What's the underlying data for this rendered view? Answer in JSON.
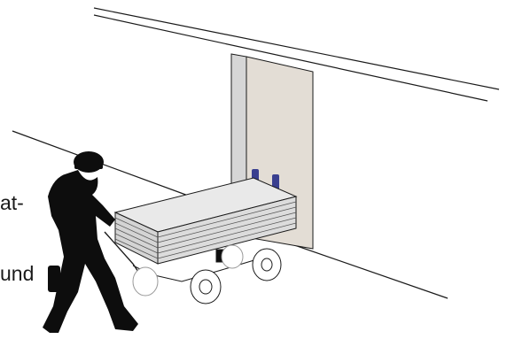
{
  "text_fragments": {
    "line1": "at-",
    "line2": "und"
  },
  "colors": {
    "line": "#1a1a1a",
    "door_panel": "#e3ddd5",
    "door_jamb": "#d6d6d6",
    "worker": "#0d0d0d",
    "plates": "#dcdcdc",
    "bollard": "#3a3f8f"
  },
  "icons": [
    "worker-silhouette",
    "platform-cart",
    "sliding-door"
  ]
}
